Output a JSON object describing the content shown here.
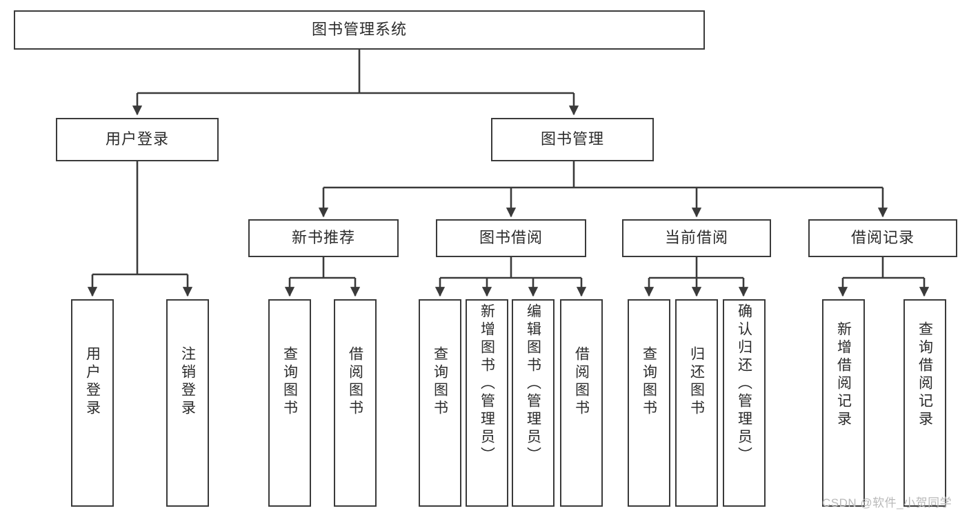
{
  "diagram": {
    "title": "图书管理系统",
    "type": "hierarchy-tree",
    "level1": {
      "id": "root",
      "label": "图书管理系统"
    },
    "level2": [
      {
        "id": "user-login",
        "label": "用户登录"
      },
      {
        "id": "book-manage",
        "label": "图书管理"
      }
    ],
    "level3": [
      {
        "id": "new-book-recommend",
        "label": "新书推荐",
        "parent": "book-manage"
      },
      {
        "id": "book-borrow",
        "label": "图书借阅",
        "parent": "book-manage"
      },
      {
        "id": "current-borrow",
        "label": "当前借阅",
        "parent": "book-manage"
      },
      {
        "id": "borrow-record",
        "label": "借阅记录",
        "parent": "book-manage"
      }
    ],
    "leaves": [
      {
        "id": "leaf-user-login",
        "label": "用户登录",
        "parent": "user-login"
      },
      {
        "id": "leaf-logout",
        "label": "注销登录",
        "parent": "user-login"
      },
      {
        "id": "leaf-query-book-1",
        "label": "查询图书",
        "parent": "new-book-recommend"
      },
      {
        "id": "leaf-borrow-book-1",
        "label": "借阅图书",
        "parent": "new-book-recommend"
      },
      {
        "id": "leaf-query-book-2",
        "label": "查询图书",
        "parent": "book-borrow"
      },
      {
        "id": "leaf-add-book",
        "label": "新增图书（管理员）",
        "parent": "book-borrow"
      },
      {
        "id": "leaf-edit-book",
        "label": "编辑图书（管理员）",
        "parent": "book-borrow"
      },
      {
        "id": "leaf-borrow-book-2",
        "label": "借阅图书",
        "parent": "book-borrow"
      },
      {
        "id": "leaf-query-book-3",
        "label": "查询图书",
        "parent": "current-borrow"
      },
      {
        "id": "leaf-return-book",
        "label": "归还图书",
        "parent": "current-borrow"
      },
      {
        "id": "leaf-confirm-return",
        "label": "确认归还（管理员）",
        "parent": "current-borrow"
      },
      {
        "id": "leaf-add-record",
        "label": "新增借阅记录",
        "parent": "borrow-record"
      },
      {
        "id": "leaf-query-record",
        "label": "查询借阅记录",
        "parent": "borrow-record"
      }
    ],
    "watermark": "CSDN @软件_小贺同学",
    "colors": {
      "stroke": "#3a3a3a",
      "background": "#ffffff",
      "text": "#2b2b2b",
      "watermark": "#b9b9b9"
    }
  }
}
